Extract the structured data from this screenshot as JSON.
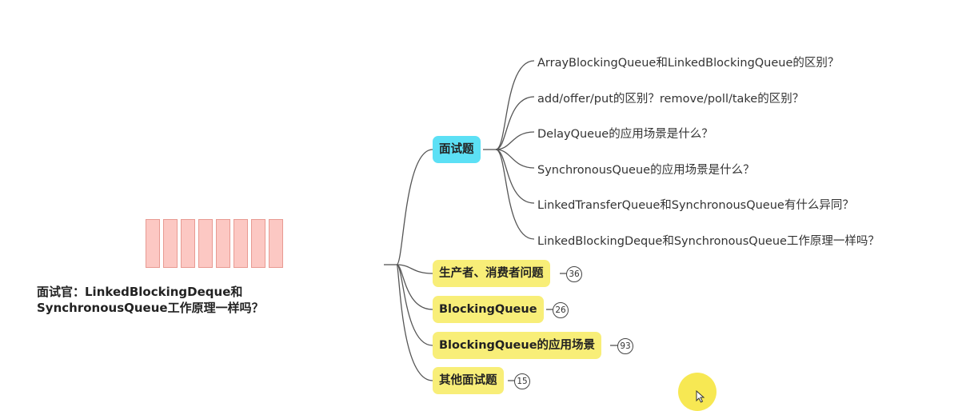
{
  "caption": {
    "line1": "面试官：LinkedBlockingDeque和",
    "line2": "SynchronousQueue工作原理一样吗？"
  },
  "queue_cells": 8,
  "nodes": {
    "interview": {
      "label": "面试题",
      "color": "#5ce0f5"
    },
    "producer": {
      "label": "生产者、消费者问题",
      "badge": "36"
    },
    "blocking": {
      "label": "BlockingQueue",
      "badge": "26"
    },
    "scenarios": {
      "label": "BlockingQueue的应用场景",
      "badge": "93"
    },
    "other": {
      "label": "其他面试题",
      "badge": "15"
    }
  },
  "questions": [
    "ArrayBlockingQueue和LinkedBlockingQueue的区别？",
    "add/offer/put的区别？remove/poll/take的区别？",
    "DelayQueue的应用场景是什么？",
    "SynchronousQueue的应用场景是什么？",
    "LinkedTransferQueue和SynchronousQueue有什么异同？",
    "LinkedBlockingDeque和SynchronousQueue工作原理一样吗？"
  ],
  "colors": {
    "yellow_node": "#f8ee78",
    "cyan_node": "#5ce0f5",
    "queue_cell": "#fcc8c3",
    "line": "#555555"
  }
}
